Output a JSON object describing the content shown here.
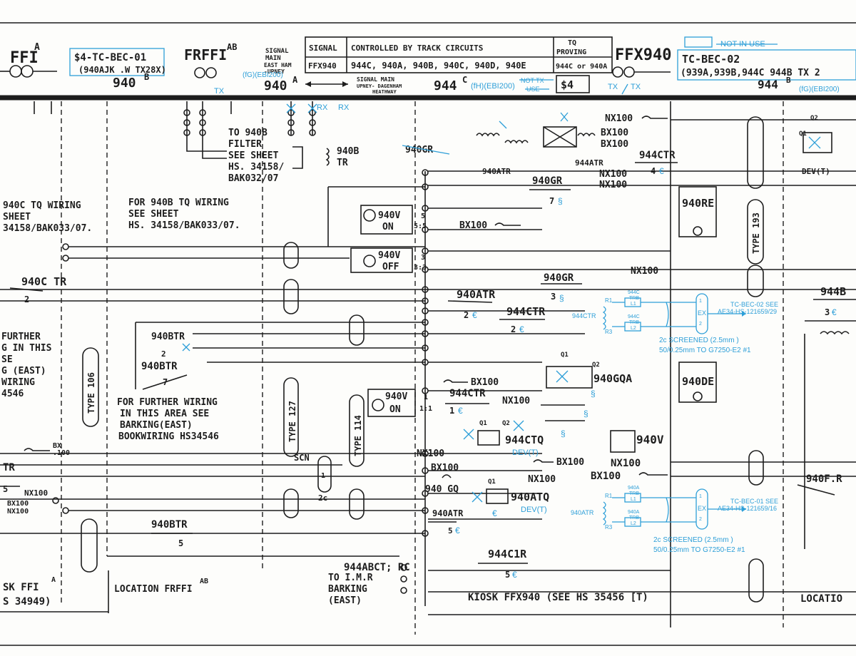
{
  "header": {
    "ffi": "FFI",
    "ffi_sup": "A",
    "ffi_box_l1": "$4-TC-BEC-01",
    "ffi_box_l2": "(940AJK  .W TX28X)",
    "frffi": "FRFFI",
    "frffi_sup": "AB",
    "sig_940b": "940",
    "sig_940b_sup": "B",
    "sig_940a": "940",
    "sig_940a_sup": "A",
    "signal_main_label": [
      "SIGNAL",
      "MAIN",
      "EAST HAM",
      "-UPNEY"
    ],
    "table": {
      "h_signal": "SIGNAL",
      "h_controlled": "CONTROLLED BY TRACK CIRCUITS",
      "h_tq": [
        "TQ",
        "PROVING"
      ],
      "r_signal": "FFX940",
      "r_controlled": "944C, 940A, 940B, 940C, 940D, 940E",
      "r_tq": "944C or 940A"
    },
    "signal_main_2": [
      "SIGNAL MAIN",
      "UPNEY- DAGENHAM",
      "HEATHWAY"
    ],
    "sig_944c": "944",
    "sig_944c_sup": "C",
    "fh_ebi": "(fH)(EBI200)",
    "fg_ebi_left": "(fG)(EBI200)",
    "fg_ebi_right": "(fG)(EBI200)",
    "not_tx_use": [
      "NOT TX",
      "USE"
    ],
    "dollar4": "$4",
    "ffx940": "FFX940",
    "not_in_use": "NOT IN USE",
    "right_box_l1": "TC-BEC-02",
    "right_box_l2": "(939A,939B,944C  944B TX 2",
    "sig_944b": "944",
    "sig_944b_sup": "B",
    "tx": "TX",
    "rx": "RX"
  },
  "left_notes": {
    "to940b": [
      "TO 940B",
      "FILTER",
      "SEE SHEET",
      "HS. 34158/",
      "BAK032/07"
    ],
    "tr940b": [
      "940B",
      "TR"
    ],
    "tq940c": [
      "940C TQ WIRING",
      "SHEET",
      "34158/BAK033/07."
    ],
    "tq940b": [
      "FOR 940B TQ WIRING",
      "SEE SHEET",
      "HS. 34158/BAK033/07."
    ],
    "further_left": [
      "FURTHER",
      "G IN THIS",
      "SE",
      "G (EAST)",
      "WIRING",
      "4546"
    ],
    "further_mid": [
      "FOR FURTHER WIRING",
      "IN THIS AREA SEE",
      "BARKING(EAST)",
      "BOOKWIRING HS34546"
    ],
    "bx100_left": [
      "BX",
      ".100"
    ],
    "tr_left": "TR",
    "num5": "5",
    "nx100_left": "NX100",
    "bx100_nx100": [
      "BX100",
      "NX100"
    ],
    "kiosk_left": [
      "SK FFI",
      "S 34949)"
    ],
    "kiosk_left_sup": "A",
    "location_left": "LOCATION FRFFI",
    "location_left_sup": "AB",
    "scn": "SCN",
    "scn_2c": "2c",
    "type106": "TYPE 106",
    "type127": "TYPE 127",
    "type114": "TYPE 114",
    "type193": "TYPE 193"
  },
  "relays": {
    "r940c_tr": "940C TR",
    "r940c_tr_num": "2",
    "r940v_on": [
      "940V",
      "ON"
    ],
    "r940v_on_contacts": [
      "5",
      "5:5"
    ],
    "r940v_off": [
      "940V",
      "OFF"
    ],
    "r940v_off_contacts": [
      "3",
      "3:3"
    ],
    "bx100": "BX100",
    "r940gr_top": "940GR",
    "r940gr_top_num": "7",
    "r940gr_mid": "940GR",
    "r940gr_mid_num": "3",
    "r940atr": "940ATR",
    "r940atr_num": "2",
    "r944ctr_mid": "944CTR",
    "r944ctr_mid_num": "2",
    "r940btr_a": "940BTR",
    "r940btr_a_num": "2",
    "r940btr_b": "940BTR",
    "r940btr_b_num": "7",
    "r940v_on2": [
      "940V",
      "ON"
    ],
    "r940v_on2_contacts": [
      "1",
      "1:1"
    ],
    "r944ctr_low": "944CTR",
    "r944ctr_low_num": "1",
    "bx100_low": "BX100",
    "nx100_low": "NX100",
    "r944ctq": "944CTQ",
    "dev_t_1": "DEV(T)",
    "nx100_a": "NX100",
    "bx100_a": "BX100",
    "r940gq": "940 GQ",
    "bx100_b": "BX100",
    "nx100_b": "NX100",
    "r940atq": "940ATQ",
    "dev_t_2": "DEV(T)",
    "r940atr_low": "940ATR",
    "r940atr_low_num": "5",
    "r940btr_low": "940BTR",
    "r940btr_low_num": "5",
    "r944abct": "944ABCT; RC",
    "to_imr": [
      "TO I.M.R",
      "BARKING",
      "(EAST)"
    ],
    "r944c1r": "944C1R",
    "r944c1r_num": "5",
    "kiosk_ffx": "KIOSK FFX940 (SEE HS 35456 [T)",
    "r940gqa": "940GQA",
    "r940de": "940DE",
    "r940v": "940V",
    "nx100_c": "NX100",
    "bx100_c": "BX100",
    "r940fr": "940F.R",
    "nx100_r1": "NX100",
    "bx100_r1": "BX100",
    "bx100_r2": "BX100",
    "r944ctr_r": "944CTR",
    "r944ctr_r_num": "4",
    "nx100_r2": "NX100",
    "nx100_r3": "NX100",
    "r940re": "940RE",
    "r940gr_x": "940GR",
    "r940atr_top": "940ATR",
    "r944atr_top": "944ATR",
    "nx100_mid_r": "NX100",
    "r944b_r": "944B",
    "r944b_r_num": "3",
    "dev_t_r": "DEV(T)",
    "location_right": "LOCATIO",
    "q1": "Q1",
    "q2": "Q2"
  },
  "blue_annotations": {
    "tc02": {
      "r1": "R1",
      "r3": "R3",
      "tr": "944CTR",
      "l1a": "944C",
      "l1b": "TRB",
      "l1c": "L1",
      "l2a": "944C",
      "l2b": "TRB",
      "l2c": "L2",
      "ex": "EX",
      "n1": "1",
      "n2": "2",
      "ref": [
        "TC-BEC-02 SEE",
        "AE34-HS-121659/29"
      ],
      "cable": [
        "2c SCREENED (2.5mm )",
        "50/0.25mm TO G7250-E2 #1"
      ]
    },
    "tc01": {
      "r1": "R1",
      "r3": "R3",
      "tr": "940ATR",
      "l1a": "940A",
      "l1b": "TRB",
      "l1c": "L1",
      "l2a": "940A",
      "l2b": "TRB",
      "l2c": "L2",
      "ex": "EX",
      "n1": "1",
      "n2": "2",
      "ref": [
        "TC-BEC-01 SEE",
        "AE34-HS-121659/16"
      ],
      "cable": [
        "2c SCREENED (2.5mm )",
        "50/0.25mm TO G7250-E2 #1"
      ]
    },
    "euro": "€",
    "section": "§"
  },
  "colors": {
    "ink": "#1d1d1d",
    "blue": "#2e9fd8",
    "paper": "#fdfdfb"
  }
}
